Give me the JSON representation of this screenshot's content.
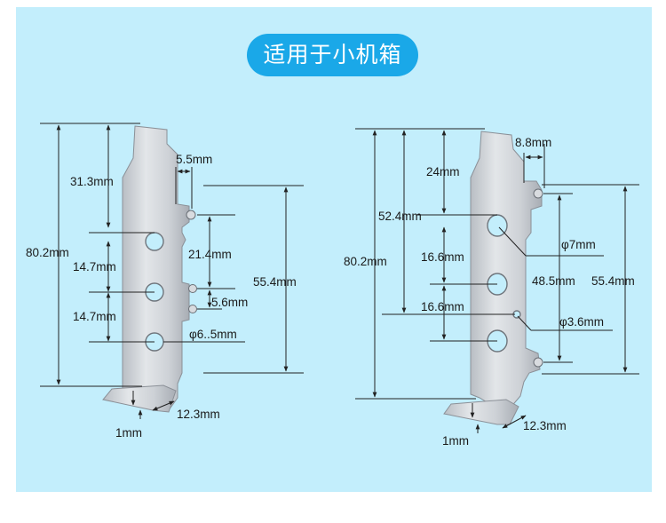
{
  "header": {
    "title": "适用于小机箱"
  },
  "left_bracket": {
    "labels": {
      "total_height": "80.2mm",
      "top_offset": "31.3mm",
      "tab_width": "5.5mm",
      "hole_pitch_1": "14.7mm",
      "hole_pitch_2": "14.7mm",
      "screw_span": "21.4mm",
      "slot_height": "55.4mm",
      "screw_gap": "5.6mm",
      "hole_dia": "φ6..5mm",
      "foot_width": "12.3mm",
      "thickness": "1mm"
    }
  },
  "right_bracket": {
    "labels": {
      "tab_width": "8.8mm",
      "top_offset": "24mm",
      "upper_height": "52.4mm",
      "total_height": "80.2mm",
      "hole_pitch_1": "16.6mm",
      "hole_pitch_2": "16.6mm",
      "hole_dia_large": "φ7mm",
      "screw_span": "48.5mm",
      "slot_height": "55.4mm",
      "hole_dia_small": "φ3.6mm",
      "foot_width": "12.3mm",
      "thickness": "1mm"
    }
  },
  "colors": {
    "panel_bg": "#c3eefc",
    "title_pill": "#1aa8e8",
    "title_text": "#ffffff"
  }
}
